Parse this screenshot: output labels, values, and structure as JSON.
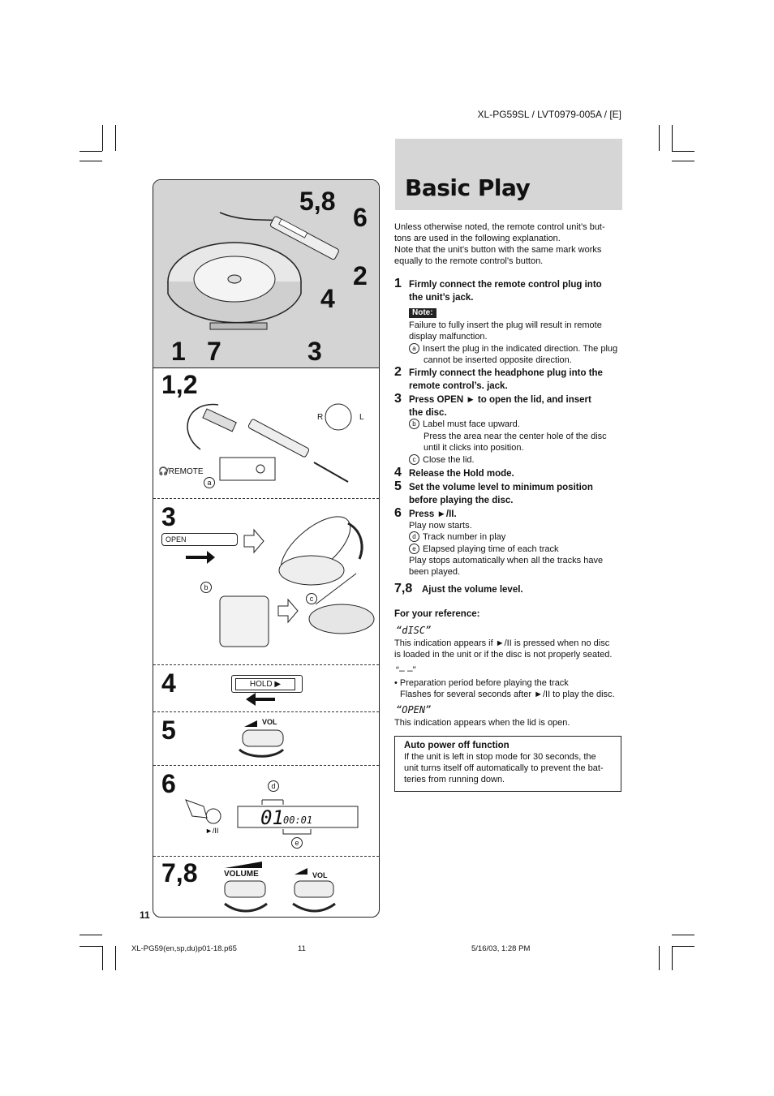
{
  "header": {
    "model_code": "XL-PG59SL / LVT0979-005A / [E]"
  },
  "title": "Basic Play",
  "intro": [
    "Unless otherwise noted, the remote control unit’s but-",
    "tons are used in the following explanation.",
    "Note that the unit’s button with the same mark works",
    "equally to the remote control’s button."
  ],
  "figure": {
    "top_callouts": [
      "5,8",
      "6",
      "2",
      "4",
      "1",
      "7",
      "3"
    ],
    "sections": [
      {
        "num": "1,2",
        "labels": [
          "/REMOTE",
          "a",
          "R",
          "L"
        ]
      },
      {
        "num": "3",
        "labels": [
          "OPEN",
          "b",
          "c"
        ]
      },
      {
        "num": "4",
        "labels": [
          "HOLD"
        ]
      },
      {
        "num": "5",
        "labels": [
          "VOL"
        ]
      },
      {
        "num": "6",
        "labels": [
          "d",
          "e",
          "01",
          "00:01"
        ]
      },
      {
        "num": "7,8",
        "labels": [
          "VOLUME",
          "VOL"
        ]
      }
    ]
  },
  "steps": [
    {
      "num": "1",
      "lines": [
        "Firmly connect the remote control plug into",
        "the unit’s jack."
      ]
    },
    {
      "num": "2",
      "lines": [
        "Firmly connect the headphone plug into the",
        "remote control’s. jack."
      ]
    },
    {
      "num": "3",
      "lines": [
        "Press OPEN ► to open the lid, and insert",
        "the disc."
      ]
    },
    {
      "num": "4",
      "lines": [
        "Release the Hold mode."
      ]
    },
    {
      "num": "5",
      "lines": [
        "Set the volume level to minimum position",
        "before playing the disc."
      ]
    },
    {
      "num": "6",
      "lines": [
        "Press ►/II."
      ]
    },
    {
      "num": "7,8",
      "lines": [
        "Ajust the volume level."
      ]
    }
  ],
  "note": {
    "badge": "Note:",
    "lines": [
      "Failure to fully insert the plug will result in remote",
      "display malfunction."
    ],
    "a_mark": "a",
    "a_lines": [
      "Insert the plug in the indicated direction. The plug",
      "cannot be inserted opposite direction."
    ]
  },
  "step3_subs": {
    "b_mark": "b",
    "b_lines": [
      "Label must face upward.",
      "Press the area near the center hole of the disc",
      "until it clicks into position."
    ],
    "c_mark": "c",
    "c_line": "Close the lid."
  },
  "step6_subs": {
    "play_line": "Play now starts.",
    "d_mark": "d",
    "d_line": "Track number in play",
    "e_mark": "e",
    "e_line": "Elapsed playing time of each track",
    "stop_lines": [
      "Play stops automatically when all the tracks have",
      "been played."
    ]
  },
  "reference": {
    "heading": "For your reference:",
    "disc_quote": "“dISC”",
    "disc_lines": [
      "This indication appears if ►/II is pressed when no disc",
      "is loaded in the unit or if the disc is not properly seated."
    ],
    "dash_quote": "“– –”",
    "dash_lines": [
      "• Preparation period before playing the track",
      "Flashes for several seconds after ►/II to play the disc."
    ],
    "open_quote": "“OPEN”",
    "open_line": "This indication appears when the lid is open."
  },
  "auto_power": {
    "heading": "Auto power off function",
    "lines": [
      "If the unit is left in stop mode for 30 seconds, the",
      "unit turns itself off automatically to prevent the bat-",
      "teries from running down."
    ]
  },
  "page_number": "11",
  "footer": {
    "file": "XL-PG59(en,sp,du)p01-18.p65",
    "page": "11",
    "date": "5/16/03, 1:28 PM"
  }
}
